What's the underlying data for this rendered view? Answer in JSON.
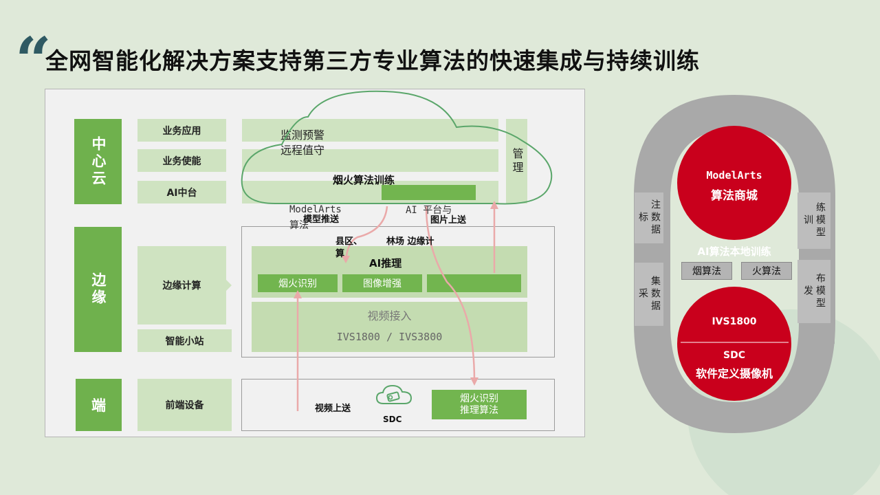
{
  "title": "全网智能化解决方案支持第三方专业算法的快速集成与持续训练",
  "quote_mark": "“",
  "layers": {
    "center_cloud": "中心云",
    "edge": "边缘",
    "terminal": "端"
  },
  "center": {
    "biz_app": "业务应用",
    "biz_enable": "业务使能",
    "ai_platform": "AI中台",
    "monitor_line1": "监测预警",
    "monitor_line2": "远程值守",
    "fire_training": "烟火算法训练",
    "management": "管理"
  },
  "edge": {
    "edge_compute": "边缘计算",
    "smart_station": "智能小站",
    "ai_inference": "AI推理",
    "fire_recognition": "烟火识别",
    "image_enhance": "图像增强",
    "video_access": "视频接入",
    "ivs_models": "IVS1800 / IVS3800"
  },
  "terminal": {
    "front_device": "前端设备",
    "video_upload": "视频上送",
    "sdc": "SDC",
    "fire_algo_line1": "烟火识别",
    "fire_algo_line2": "推理算法"
  },
  "annotations": {
    "modelarts_line1": "ModelArts",
    "modelarts_line2": "算法",
    "model_push": "模型推送",
    "ai_platform_with": "AI 平台与",
    "image_upload": "图片上送",
    "county_line1": "县区、",
    "county_line2": "算",
    "forest_edge": "林场 边缘计"
  },
  "cycle": {
    "modelarts": "ModelArts",
    "algo_mall": "算法商城",
    "local_training": "AI算法本地训练",
    "smoke_algo": "烟算法",
    "fire_algo": "火算法",
    "ivs1800": "IVS1800",
    "sdc": "SDC",
    "software_camera": "软件定义摄像机",
    "data_annotation": "注数据标",
    "data_collection": "集数据采",
    "model_training": "练模型训",
    "model_deploy": "布模型发"
  },
  "colors": {
    "accent_green": "#6fb14d",
    "cycle_red": "#c9001c",
    "arrow_pink": "#e8a9a9",
    "cloud_outline": "#5aa66a"
  }
}
